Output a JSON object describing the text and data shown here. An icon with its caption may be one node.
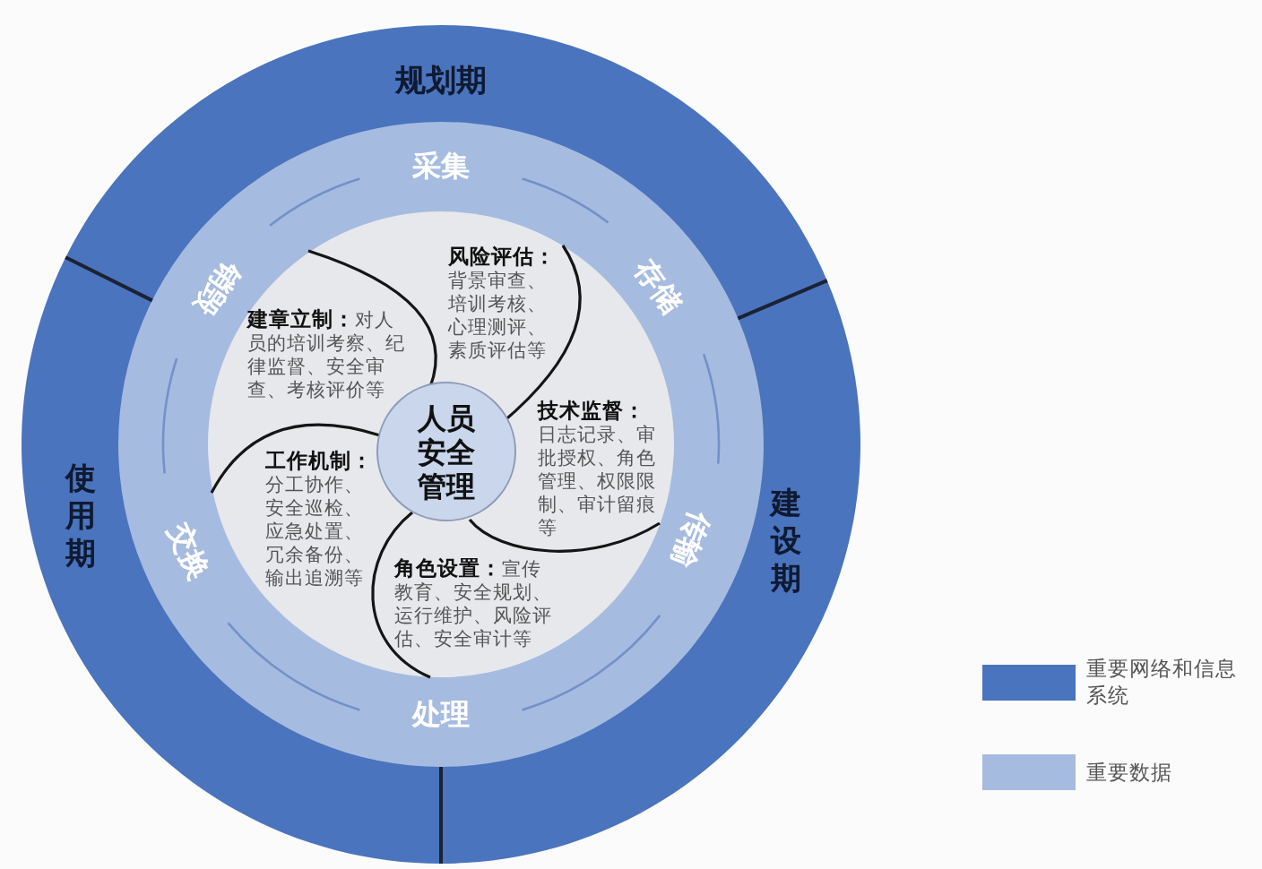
{
  "diagram": {
    "nodes": [
      {
        "text": [
          "规划期"
        ]
      },
      {
        "text": [
          "建设期"
        ]
      },
      {
        "text": [
          "使用期"
        ]
      },
      {
        "text": [
          "采集",
          "存储",
          "传输",
          "处理",
          "交换",
          "销毁"
        ]
      },
      {
        "text": [
          "风险评估：",
          "背景审查、培训考核、心理测评、素质评估等"
        ],
        "in": 3
      },
      {
        "text": [
          "**建章立制：**对人员的培训考察、纪律监督、安全审查、考核评价等"
        ],
        "in": 3
      },
      {
        "text": [
          "人员安全管理"
        ],
        "in": 3
      },
      {
        "text": [
          "技术监督：",
          "日志记录、审批授权、角色管理、权限限制、审计留痕等"
        ],
        "in": 3
      },
      {
        "text": [
          "工作机制：",
          "分工协作、安全巡检、应急处置、冗余备份、输出追溯等"
        ],
        "in": 3
      },
      {
        "text": [
          "**角色设置：**宣传教育、安全规划、运行维护、风险评估、安全审计等"
        ],
        "in": 3
      }
    ],
    "legend": [
      {
        "text": "重要网络和信息系统",
        "color": "#4a74bd"
      },
      {
        "text": "重要数据",
        "color": "#a6bbe0"
      }
    ]
  }
}
